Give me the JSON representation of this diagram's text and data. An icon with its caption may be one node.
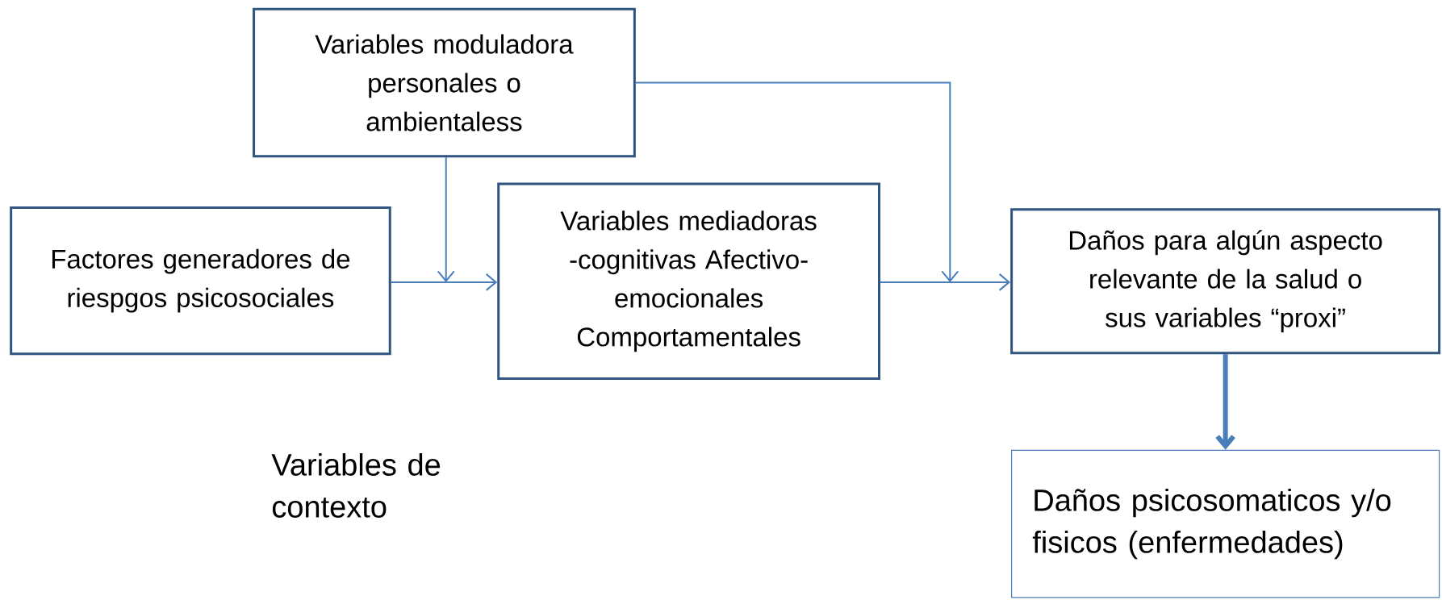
{
  "diagram": {
    "nodes": [
      {
        "text": [
          "Variables moduladora personales o ambientaless"
        ]
      },
      {
        "text": [
          "Factores generadores de riespgos psicosociales"
        ]
      },
      {
        "text": [
          "Variables mediadoras -cognitivas Afectivo-emocionales Comportamentales"
        ]
      },
      {
        "text": [
          "Daños para algún aspecto relevante de la salud o sus variables “proxi”"
        ]
      },
      {
        "text": [
          "Daños psicosomaticos y/o fisicos (enfermedades)"
        ]
      }
    ],
    "edges": [
      {
        "from": 1,
        "to": 2,
        "arrow": "to"
      },
      {
        "from": 2,
        "to": 3,
        "arrow": "to"
      },
      {
        "from": 0,
        "to": null,
        "arrow": "to"
      },
      {
        "from": 0,
        "to": null,
        "arrow": "to"
      },
      {
        "from": 3,
        "to": 4,
        "arrow": "to",
        "style": "thick"
      }
    ],
    "labels": [
      "Variables de contexto"
    ]
  }
}
